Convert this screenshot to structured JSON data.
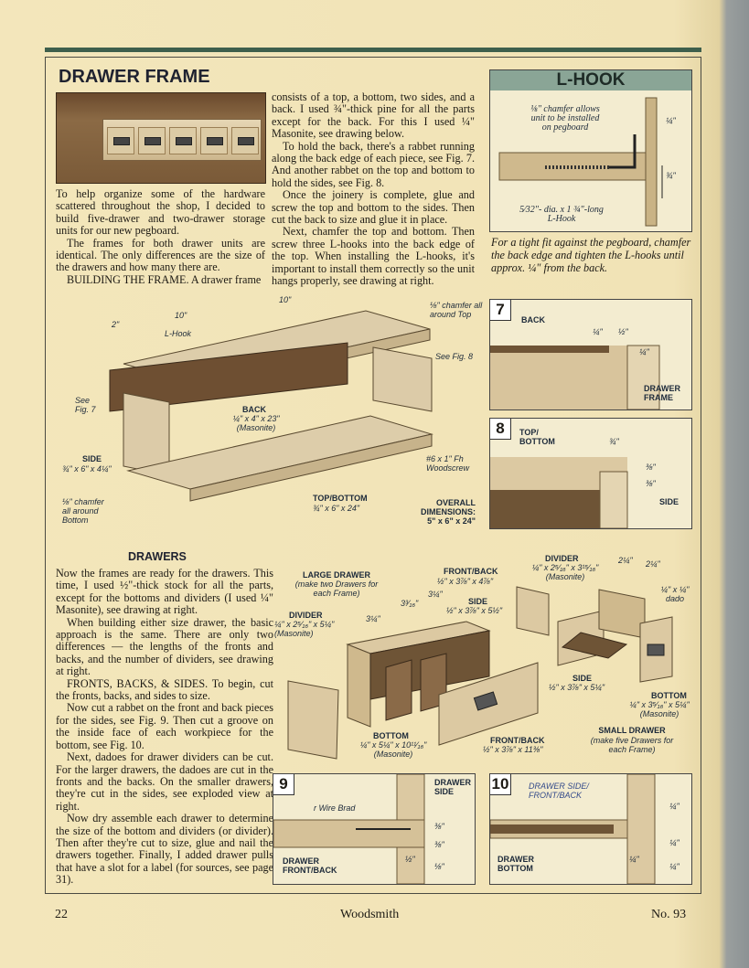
{
  "drawer_frame": {
    "title": "DRAWER FRAME",
    "col1": [
      "To help organize some of the hardware scattered throughout the shop, I decided to build five-drawer and two-drawer storage units for our new pegboard.",
      "The frames for both drawer units are identical. The only differences are the size of the drawers and how many there are.",
      "BUILDING THE FRAME. A drawer frame"
    ],
    "col2": [
      "consists of a top, a bottom, two sides, and a back. I used ¾\"-thick pine for all the parts except for the back. For this I used ¼\" Masonite, see drawing below.",
      "To hold the back, there's a rabbet running along the back edge of each piece, see Fig. 7. And another rabbet on the top and bottom to hold the sides, see Fig. 8.",
      "Once the joinery is complete, glue and screw the top and bottom to the sides. Then cut the back to size and glue it in place.",
      "Next, chamfer the top and bottom. Then screw three L-hooks into the back edge of the top. When installing the L-hooks, it's important to install them correctly so the unit hangs properly, see drawing at right."
    ]
  },
  "lhook": {
    "title": "L-HOOK",
    "chamfer_note": "⅛\" chamfer allows unit to be installed on pegboard",
    "dim_quarter": "¼\"",
    "dim_three_quarter": "¾\"",
    "screw_label": "5⁄32\"- dia. x 1 ¾\"-long L-Hook",
    "caption": "For a tight fit against the pegboard, chamfer the back edge and tighten the L-hooks until approx. ¼\" from the back."
  },
  "frame_drawing": {
    "dim_10_a": "10\"",
    "dim_10_b": "10\"",
    "dim_2": "2\"",
    "lhook_label": "L-Hook",
    "chamfer_top": "⅛\" chamfer all around Top",
    "see_fig8": "See Fig. 8",
    "see_fig7": "See Fig. 7",
    "back_label": "BACK",
    "back_dims": "¼\" x 4\" x 23\" (Masonite)",
    "side_label": "SIDE",
    "side_dims": "¾\" x 6\" x 4¼\"",
    "screw": "#6 x 1\" Fh Woodscrew",
    "chamfer_bottom": "⅛\" chamfer all around Bottom",
    "topbottom_label": "TOP/BOTTOM",
    "topbottom_dims": "¾\" x 6\" x 24\"",
    "overall_label": "OVERALL DIMENSIONS:",
    "overall_dims": "5\" x 6\" x 24\""
  },
  "fig7": {
    "num": "7",
    "back": "BACK",
    "d1": "¼\"",
    "d2": "½\"",
    "d3": "¼\"",
    "drawer_frame": "DRAWER FRAME"
  },
  "fig8": {
    "num": "8",
    "topbottom": "TOP/ BOTTOM",
    "d1": "¾\"",
    "d2": "⅜\"",
    "d3": "⅜\"",
    "side": "SIDE"
  },
  "drawers": {
    "title": "DRAWERS",
    "text": [
      "Now the frames are ready for the drawers. This time, I used ½\"-thick stock for all the parts, except for the bottoms and dividers (I used ¼\" Masonite), see drawing at right.",
      "When building either size drawer, the basic approach is the same. There are only two differences — the lengths of the fronts and backs, and the number of dividers, see drawing at right.",
      "FRONTS, BACKS, & SIDES. To begin, cut the fronts, backs, and sides to size.",
      "Now cut a rabbet on the front and back pieces for the sides, see Fig. 9. Then cut a groove on the inside face of each workpiece for the bottom, see Fig. 10.",
      "Next, dadoes for drawer dividers can be cut. For the larger drawers, the dadoes are cut in the fronts and the backs. On the smaller drawers, they're cut in the sides, see exploded view at right.",
      "Now dry assemble each drawer to determine the size of the bottom and dividers (or divider). Then after they're cut to size, glue and nail the drawers together. Finally, I added drawer pulls that have a slot for a label (for sources, see page 31)."
    ]
  },
  "drawer_drawing": {
    "large_title": "LARGE DRAWER",
    "large_sub": "(make two Drawers for each Frame)",
    "divider_l": "DIVIDER",
    "divider_l_dims": "¼\" x 2⁵⁄₁₆\" x 5¼\" (Masonite)",
    "d_34": "3¼\"",
    "d_3316": "3³⁄₁₆\"",
    "d_34b": "3¼\"",
    "frontback_l": "FRONT/BACK",
    "frontback_l_dims": "½\" x 3⅞\" x 4⅞\"",
    "side_l": "SIDE",
    "side_l_dims": "½\" x 3⅞\" x 5½\"",
    "bottom_l": "BOTTOM",
    "bottom_l_dims": "¼\" x 5¼\" x 10¹¹⁄₁₆\" (Masonite)",
    "frontback_s": "FRONT/BACK",
    "frontback_s_dims": "½\" x 3⅞\" x 11⅜\"",
    "divider_s": "DIVIDER",
    "divider_s_dims": "¼\" x 2⁵⁄₁₆\" x 3¹⁵⁄₁₆\" (Masonite)",
    "d_214a": "2¼\"",
    "d_214b": "2¼\"",
    "dado": "¼\" x ¼\" dado",
    "side_s": "SIDE",
    "side_s_dims": "½\" x 3⅞\" x 5¼\"",
    "bottom_s": "BOTTOM",
    "bottom_s_dims": "¼\" x 3⁵⁄₁₆\" x 5¼\" (Masonite)",
    "small_title": "SMALL DRAWER",
    "small_sub": "(make five Drawers for each Frame)"
  },
  "fig9": {
    "num": "9",
    "drawer_side": "DRAWER SIDE",
    "brad": "r Wire Brad",
    "d1": "⅜\"",
    "d2": "⅜\"",
    "d3": "½\"",
    "d4": "⅛\"",
    "front": "DRAWER FRONT/BACK"
  },
  "fig10": {
    "num": "10",
    "side": "DRAWER SIDE/ FRONT/BACK",
    "d1": "¼\"",
    "d2": "¼\"",
    "d3": "¼\"",
    "d4": "¼\"",
    "bottom": "DRAWER BOTTOM"
  },
  "footer": {
    "page": "22",
    "mag": "Woodsmith",
    "issue": "No. 93"
  }
}
